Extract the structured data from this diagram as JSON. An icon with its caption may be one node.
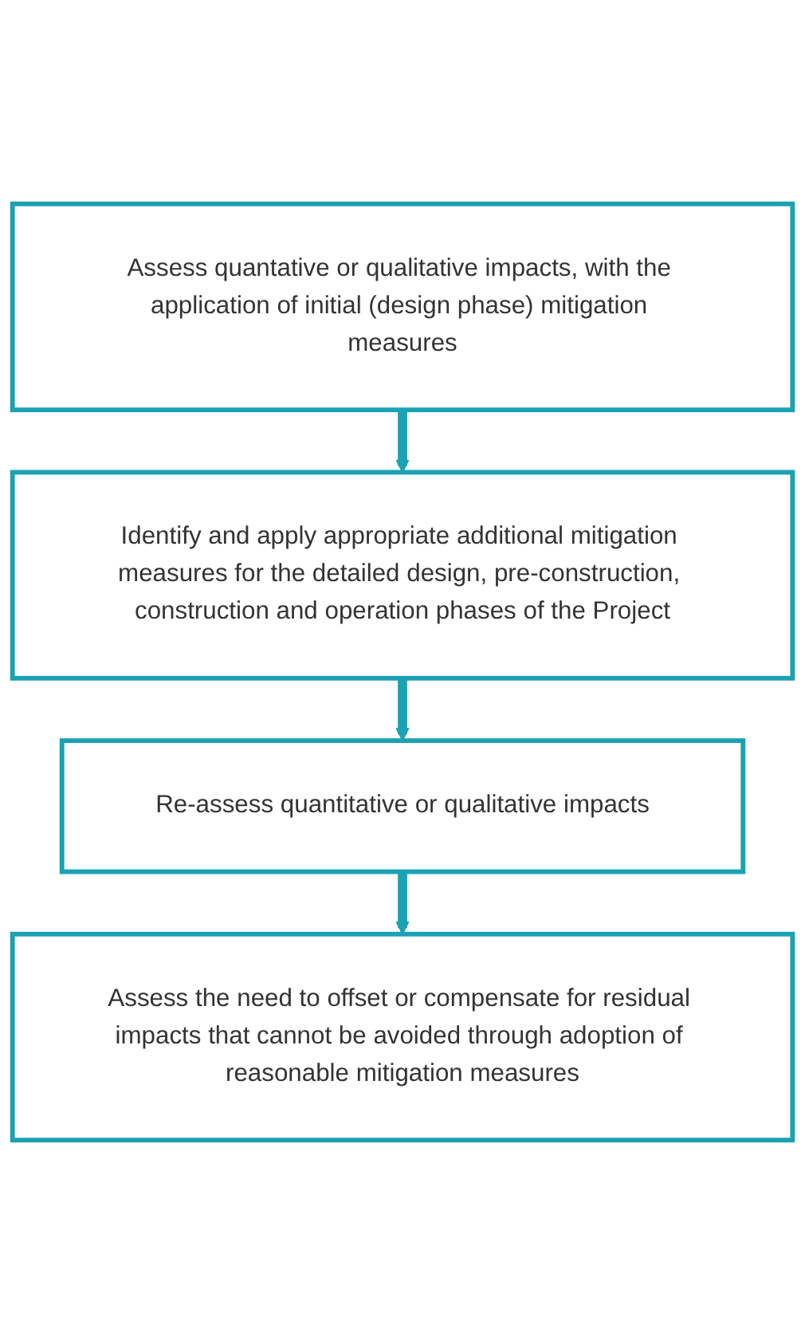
{
  "diagram": {
    "nodes": [
      {
        "text": [
          "Assess quantative or qualitative impacts, with the application of initial (design phase) mitigation measures"
        ]
      },
      {
        "text": [
          "Identify and apply appropriate additional mitigation measures for the detailed design, pre-construction, construction and operation phases of the Project"
        ]
      },
      {
        "text": [
          "Re-assess quantitative or qualitative impacts"
        ]
      },
      {
        "text": [
          "Assess the need to offset or compensate for residual impacts that cannot be avoided through adoption of reasonable mitigation measures"
        ]
      }
    ],
    "edges": [
      {
        "from": 0,
        "to": 1,
        "arrow": "to"
      },
      {
        "from": 1,
        "to": 2,
        "arrow": "to"
      },
      {
        "from": 2,
        "to": 3,
        "arrow": "to"
      }
    ]
  }
}
